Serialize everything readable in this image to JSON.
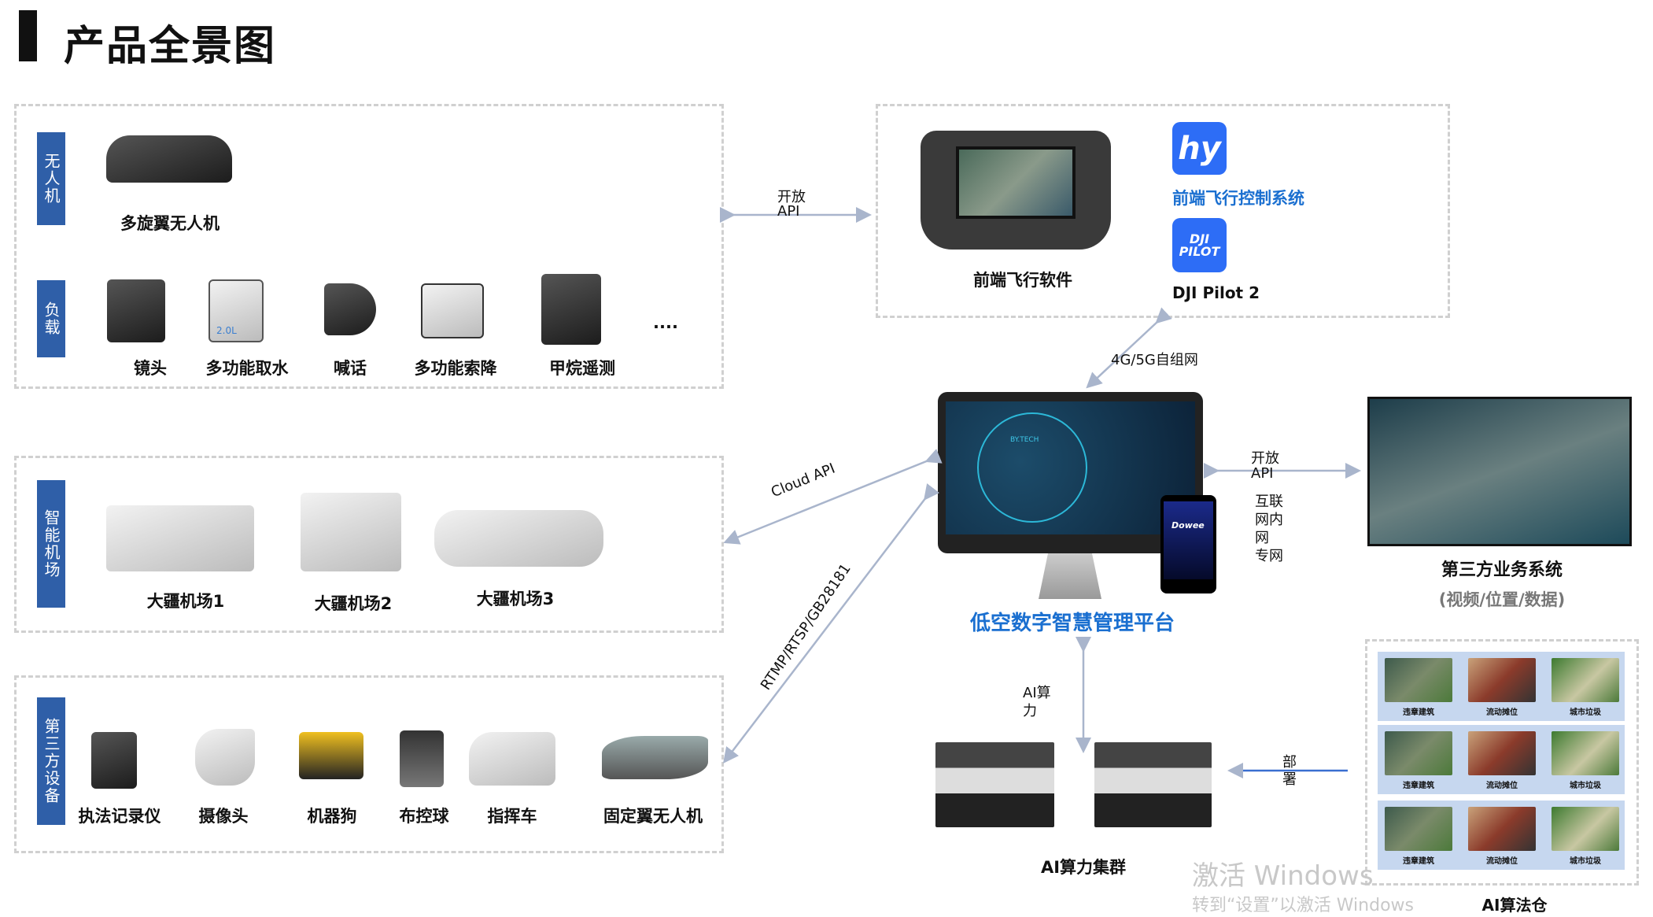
{
  "title": "产品全景图",
  "groups": {
    "drone": {
      "label": "无人机",
      "items": [
        "多旋翼无人机"
      ]
    },
    "payload": {
      "label": "负载",
      "items": [
        "镜头",
        "多功能取水",
        "喊话",
        "多功能索降",
        "甲烷遥测"
      ],
      "more": "...."
    },
    "dock": {
      "label": "智能机场",
      "items": [
        "大疆机场1",
        "大疆机场2",
        "大疆机场3"
      ]
    },
    "third": {
      "label": "第三方设备",
      "items": [
        "执法记录仪",
        "摄像头",
        "机器狗",
        "布控球",
        "指挥车",
        "固定翼无人机"
      ]
    }
  },
  "front": {
    "software": "前端飞行软件",
    "control_system": "前端飞行控制系统",
    "pilot": "DJI Pilot 2",
    "pilot_logo": "DJI PILOT",
    "water_capacity": "2.0L"
  },
  "platform": {
    "name": "低空数字智慧管理平台",
    "brand": "BY.TECH",
    "app": "Dowee"
  },
  "thirdparty": {
    "name": "第三方业务系统",
    "sub": "(视频/位置/数据)"
  },
  "cluster": {
    "name": "AI算力集群"
  },
  "algo": {
    "name": "AI算法仓",
    "thumbs": [
      "违章建筑",
      "流动摊位",
      "城市垃圾"
    ]
  },
  "links": {
    "open_api_top": [
      "开放",
      "API"
    ],
    "net": "4G/5G自组网",
    "cloud": "Cloud API",
    "rtmp": "RTMP/RTSP/GB28181",
    "open_api_right": [
      "开放",
      "API"
    ],
    "networks": [
      "互联",
      "网内",
      "网",
      "专网"
    ],
    "ai_power": [
      "AI算",
      "力"
    ],
    "deploy": [
      "部",
      "署"
    ]
  },
  "watermark": [
    "激活 Windows",
    "转到“设置”以激活 Windows"
  ],
  "colors": {
    "accent": "#1a6fd0",
    "label_bg": "#2f5fa8",
    "arrow": "#a9b5cc"
  }
}
